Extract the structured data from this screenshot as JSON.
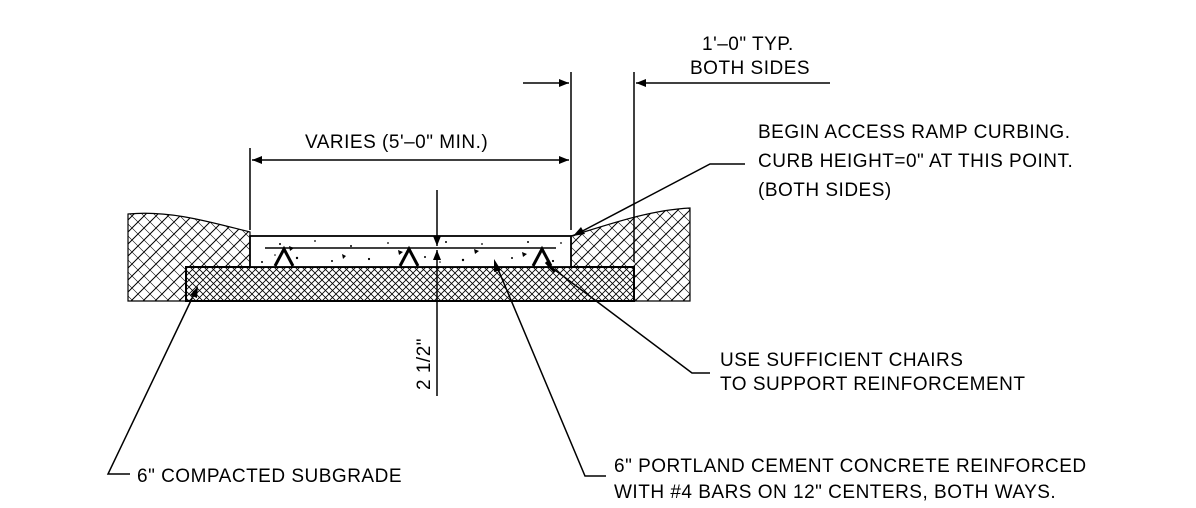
{
  "labels": {
    "typ_line1": "1'–0\" TYP.",
    "typ_line2": "BOTH SIDES",
    "varies": "VARIES (5'–0\" MIN.)",
    "ramp_line1": "BEGIN ACCESS RAMP CURBING.",
    "ramp_line2": "CURB HEIGHT=0\" AT THIS POINT.",
    "ramp_line3": "(BOTH SIDES)",
    "chairs_line1": "USE SUFFICIENT CHAIRS",
    "chairs_line2": "TO SUPPORT REINFORCEMENT",
    "subgrade": "6\" COMPACTED SUBGRADE",
    "concrete_line1": "6\" PORTLAND CEMENT CONCRETE REINFORCED",
    "concrete_line2": "WITH #4 BARS ON 12\" CENTERS, BOTH WAYS.",
    "cover": "2 1/2\""
  }
}
